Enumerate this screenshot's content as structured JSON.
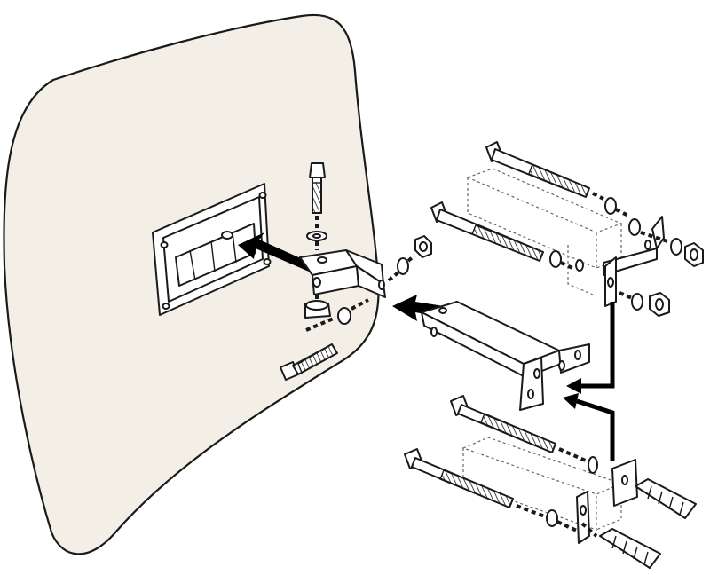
{
  "colors": {
    "mirror_face": "#f3efe6",
    "line": "#1a1a1a",
    "arrow": "#000000",
    "background": "#ffffff"
  },
  "icons": [
    "mirror-panel",
    "mounting-plate",
    "hex-bolt",
    "washer",
    "hex-nut",
    "wall-bracket",
    "wood-screw",
    "wall-plug",
    "assembly-arrow"
  ]
}
